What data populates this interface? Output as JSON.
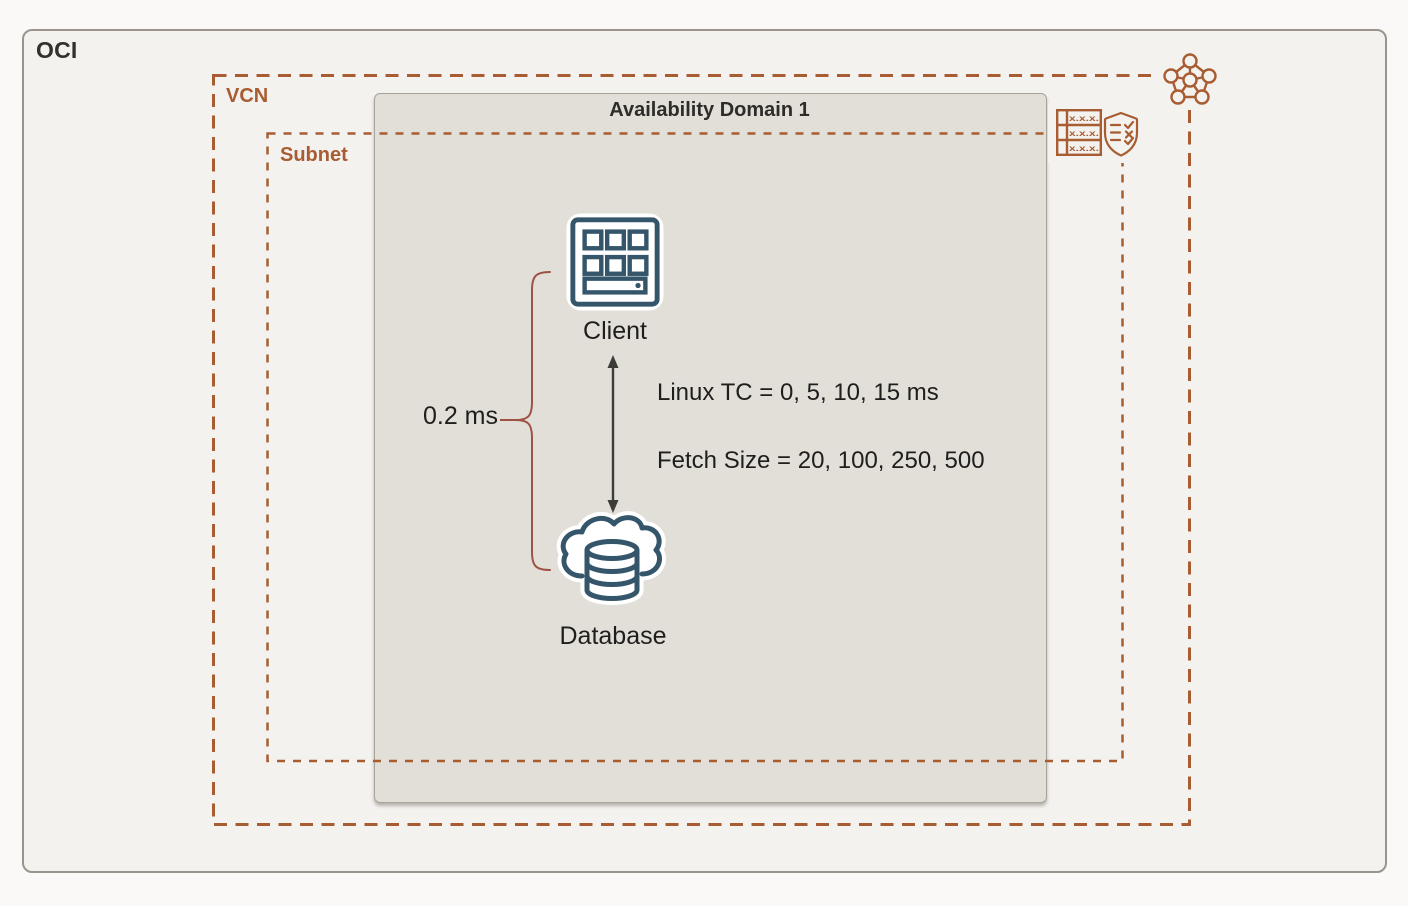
{
  "oci": {
    "label": "OCI"
  },
  "vcn": {
    "label": "VCN"
  },
  "subnet": {
    "label": "Subnet"
  },
  "availability_domain": {
    "title": "Availability Domain 1"
  },
  "client": {
    "label": "Client"
  },
  "database": {
    "label": "Database"
  },
  "link": {
    "latency_label": "0.2 ms",
    "linux_tc": "Linux TC = 0, 5, 10, 15 ms",
    "fetch_size": "Fetch Size = 20, 100, 250, 500"
  },
  "route_table": {
    "rows": [
      "x.x.x.",
      "x.x.x.",
      "x.x.x."
    ]
  },
  "icons": {
    "client": "client-compute-icon",
    "database": "database-cloud-icon",
    "vcn": "vcn-network-icon",
    "route_table": "route-table-icon",
    "security_list": "security-list-icon",
    "arrow": "latency-arrow-icon",
    "brace": "latency-brace-icon"
  },
  "colors": {
    "accent_rust": "#a85c32",
    "icon_slate": "#35566a",
    "brace_red": "#9d5244",
    "page_bg": "#fbf9f7",
    "oci_bg": "#f4f2ef",
    "ad_bg": "#e2dfd9"
  }
}
